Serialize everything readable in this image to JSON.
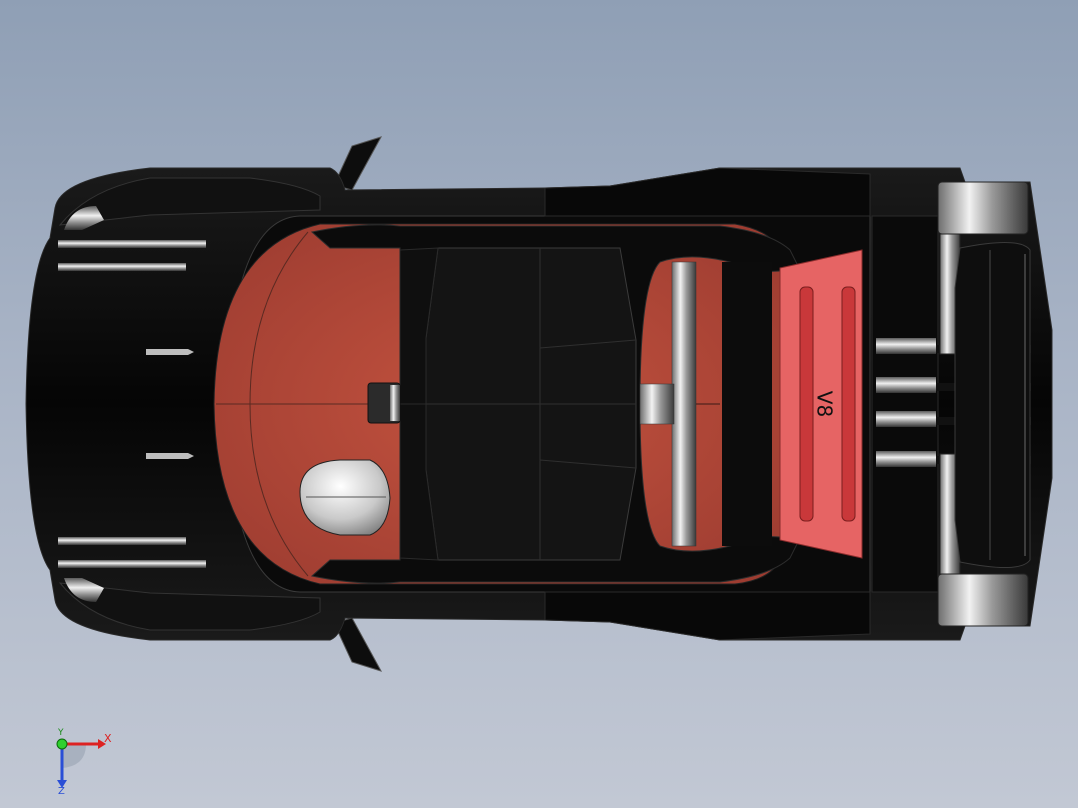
{
  "model": {
    "engine_cover_label": "V8"
  },
  "triad": {
    "x_label": "X",
    "y_label": "Y",
    "z_label": "Z"
  },
  "colors": {
    "background_top": "#8f9fb5",
    "background_bottom": "#c2c8d4",
    "body": "#0a0a0a",
    "interior": "#b5453a",
    "engine_cover": "#e86060",
    "chrome": "#c8c8c8"
  }
}
